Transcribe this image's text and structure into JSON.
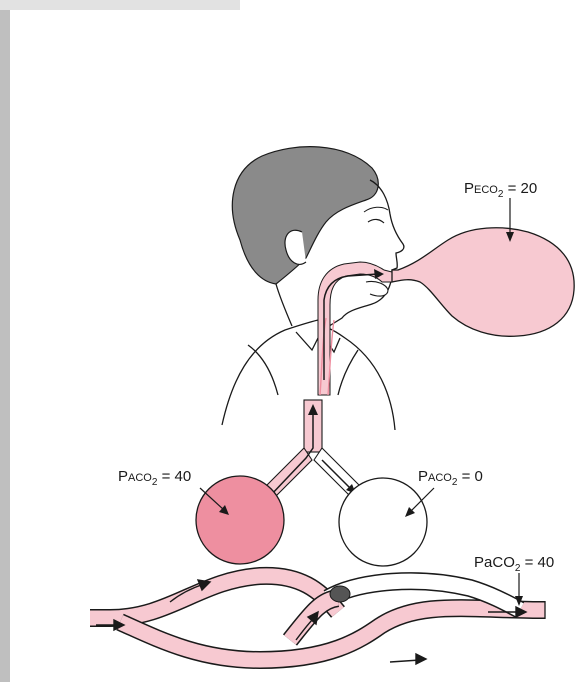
{
  "labels": {
    "peco2": {
      "prefix": "P",
      "sc": "ECO",
      "sub": "2",
      "rest": " = 20"
    },
    "paco2_left": {
      "prefix": "P",
      "sc": "ACO",
      "sub": "2",
      "rest": " = 40"
    },
    "paco2_right": {
      "prefix": "P",
      "sc": "ACO",
      "sub": "2",
      "rest": " = 0"
    },
    "arterial": {
      "prefix": "Pa",
      "sc": "CO",
      "sub": "2",
      "rest": " = 40"
    }
  },
  "colors": {
    "pink": "#f7c9d1",
    "pink_dark": "#ee8fa0",
    "hair": "#8a8a8a",
    "outline": "#1a1a1a"
  }
}
